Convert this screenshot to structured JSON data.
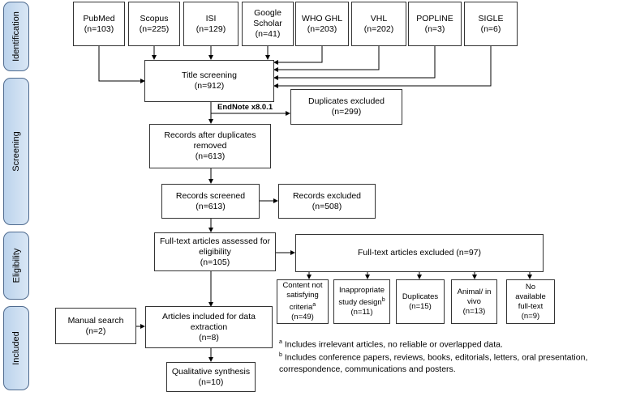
{
  "phases": [
    "Identification",
    "Screening",
    "Eligibility",
    "Included"
  ],
  "sources": [
    {
      "name": "PubMed",
      "count": "(n=103)"
    },
    {
      "name": "Scopus",
      "count": "(n=225)"
    },
    {
      "name": "ISI",
      "count": "(n=129)"
    },
    {
      "name": "Google Scholar",
      "count": "(n=41)"
    },
    {
      "name": "WHO GHL",
      "count": "(n=203)"
    },
    {
      "name": "VHL",
      "count": "(n=202)"
    },
    {
      "name": "POPLINE",
      "count": "(n=3)"
    },
    {
      "name": "SIGLE",
      "count": "(n=6)"
    }
  ],
  "title_screening": {
    "label": "Title screening",
    "count": "(n=912)"
  },
  "tool": "EndNote x8.0.1",
  "duplicates": {
    "label": "Duplicates excluded",
    "count": "(n=299)"
  },
  "after_dup": {
    "label": "Records after duplicates removed",
    "count": "(n=613)"
  },
  "screened": {
    "label": "Records screened",
    "count": "(n=613)"
  },
  "excluded": {
    "label": "Records excluded",
    "count": "(n=508)"
  },
  "fulltext": {
    "label": "Full-text articles assessed for eligibility",
    "count": "(n=105)"
  },
  "ft_excluded": {
    "label": "Full-text articles excluded (n=97)"
  },
  "reasons": [
    {
      "label": "Content not satisfying criteria",
      "sup": "a",
      "count": "(n=49)"
    },
    {
      "label": "Inappropriate study design",
      "sup": "b",
      "count": "(n=11)"
    },
    {
      "label": "Duplicates",
      "sup": "",
      "count": "(n=15)"
    },
    {
      "label": "Animal/ in vivo",
      "sup": "",
      "count": "(n=13)"
    },
    {
      "label": "No available full-text",
      "sup": "",
      "count": "(n=9)"
    }
  ],
  "manual": {
    "label": "Manual search",
    "count": "(n=2)"
  },
  "included": {
    "label": "Articles included for data extraction",
    "count": "(n=8)"
  },
  "qualitative": {
    "label": "Qualitative synthesis",
    "count": "(n=10)"
  },
  "notes": [
    {
      "sup": "a",
      "text": "Includes irrelevant articles, no reliable or overlapped data."
    },
    {
      "sup": "b",
      "text": "Includes conference papers, reviews, books, editorials, letters, oral presentation, correspondence, communications and posters."
    }
  ]
}
